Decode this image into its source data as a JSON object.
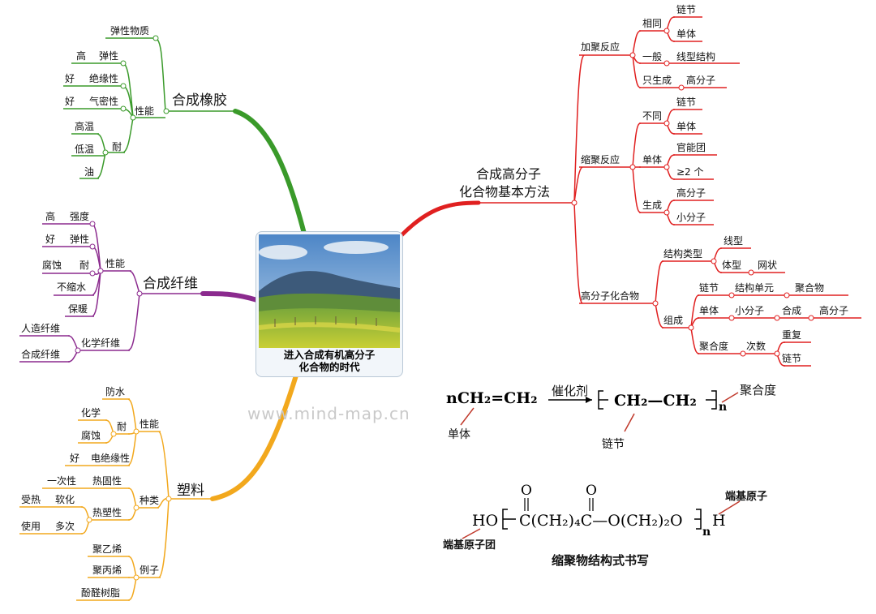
{
  "center": {
    "line1": "进入合成有机高分子",
    "line2": "化合物的时代"
  },
  "watermark": "www.mind-map.cn",
  "colors": {
    "rubber": "#3a9a2a",
    "fiber": "#8b2a8e",
    "plastic": "#f2a81d",
    "method": "#e02020",
    "caption": "#d11a1a"
  },
  "rubber": {
    "title": "合成橡胶",
    "elastic_material": "弹性物质",
    "performance": "性能",
    "gao": "高",
    "elasticity": "弹性",
    "hao1": "好",
    "insulation": "绝缘性",
    "hao2": "好",
    "airtight": "气密性",
    "high_temp": "高温",
    "low_temp": "低温",
    "oil": "油",
    "resist": "耐"
  },
  "fiber": {
    "title": "合成纤维",
    "performance": "性能",
    "gao": "高",
    "strength": "强度",
    "hao": "好",
    "elasticity": "弹性",
    "corrosion": "腐蚀",
    "resist": "耐",
    "no_shrink": "不缩水",
    "warm": "保暖",
    "chemical_fiber": "化学纤维",
    "artificial_fiber": "人造纤维",
    "synthetic_fiber": "合成纤维"
  },
  "plastic": {
    "title": "塑料",
    "performance": "性能",
    "waterproof": "防水",
    "chemical": "化学",
    "corrosion": "腐蚀",
    "resist": "耐",
    "hao": "好",
    "electric_insulation": "电绝缘性",
    "kinds": "种类",
    "one_time": "一次性",
    "thermoset": "热固性",
    "thermoplastic": "热塑性",
    "heated": "受热",
    "soften": "软化",
    "use": "使用",
    "many_times": "多次",
    "examples": "例子",
    "pe": "聚乙烯",
    "pp": "聚丙烯",
    "phenolic": "酚醛树脂"
  },
  "method": {
    "title_line1": "合成高分子",
    "title_line2": "化合物基本方法",
    "addition": "加聚反应",
    "same": "相同",
    "chain_link": "链节",
    "monomer": "单体",
    "generally": "一般",
    "linear": "线型结构",
    "only_gen": "只生成",
    "polymer": "高分子",
    "condensation": "缩聚反应",
    "different": "不同",
    "chain_link2": "链节",
    "monomer2": "单体",
    "monomer3": "单体",
    "functional": "官能团",
    "ge2": "≥2 个",
    "produce": "生成",
    "polymer2": "高分子",
    "small_molecule": "小分子",
    "compound": "高分子化合物",
    "struct_type": "结构类型",
    "linear_type": "线型",
    "body_type": "体型",
    "network": "网状",
    "composition": "组成",
    "chain_link3": "链节",
    "struct_unit": "结构单元",
    "polymer_compound": "聚合物",
    "monomer4": "单体",
    "small_molecule2": "小分子",
    "synthesize": "合成",
    "polymer3": "高分子",
    "dp": "聚合度",
    "times": "次数",
    "repeat": "重复",
    "chain_link4": "链节"
  },
  "equation1": {
    "left": "nCH₂=CH₂",
    "catalyst": "催化剂",
    "product": "CH₂—CH₂",
    "n": "n",
    "monomer_label": "单体",
    "link_label": "链节",
    "dp_label": "聚合度"
  },
  "equation2": {
    "ho": "HO",
    "chain": "C(CH₂)₄C—O(CH₂)₂O",
    "o": "O",
    "n": "n",
    "h": "H",
    "end_group_label": "端基原子团",
    "end_atom_label": "端基原子",
    "caption": "缩聚物结构式书写"
  }
}
